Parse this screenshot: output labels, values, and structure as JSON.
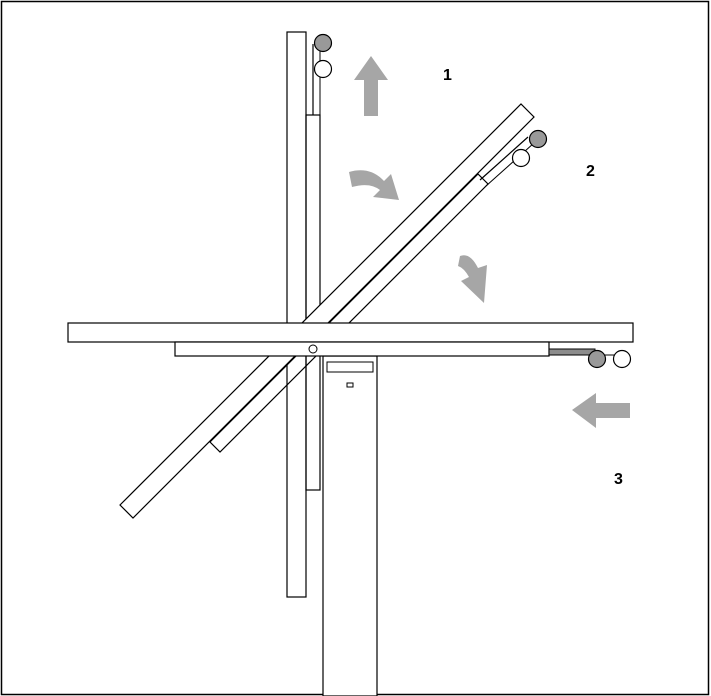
{
  "diagram": {
    "steps": [
      {
        "label": "1",
        "motion": "lift-up"
      },
      {
        "label": "2",
        "motion": "rotate-clockwise"
      },
      {
        "label": "3",
        "motion": "push-left"
      }
    ],
    "colors": {
      "line": "#000000",
      "arrow": "#a6a6a6",
      "knob_dark": "#999999",
      "knob_light": "#ffffff",
      "slide_bar": "#8c8c8c",
      "background": "#ffffff"
    }
  }
}
